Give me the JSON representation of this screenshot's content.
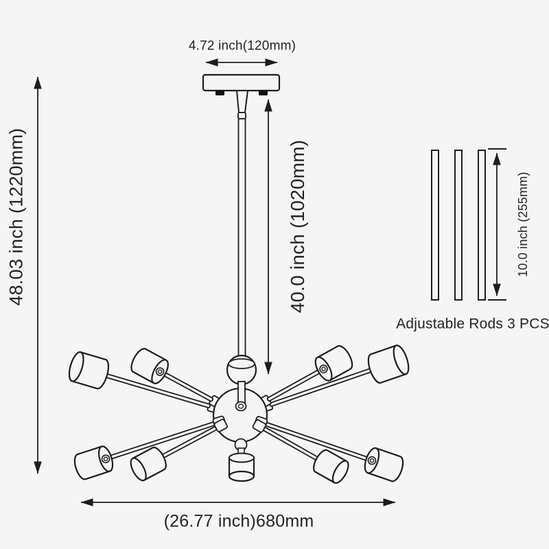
{
  "colors": {
    "background": "#f5f5f5",
    "line": "#1d1d1d",
    "text": "#242424",
    "screw": "#111111"
  },
  "labels": {
    "canopy_width": "4.72 inch(120mm)",
    "overall_height": "48.03 inch (1220mm)",
    "rod_height": "40.0 inch (1020mm)",
    "adjustable_rod_length": "10.0 inch (255mm)",
    "adjustable_rods_caption": "Adjustable Rods 3 PCS",
    "fixture_width": "(26.77 inch)680mm"
  },
  "figure": {
    "type": "product-dimension-diagram",
    "subject": "sputnik chandelier",
    "lamp_holders_shown": 10,
    "adjustable_rods_shown": 3
  }
}
